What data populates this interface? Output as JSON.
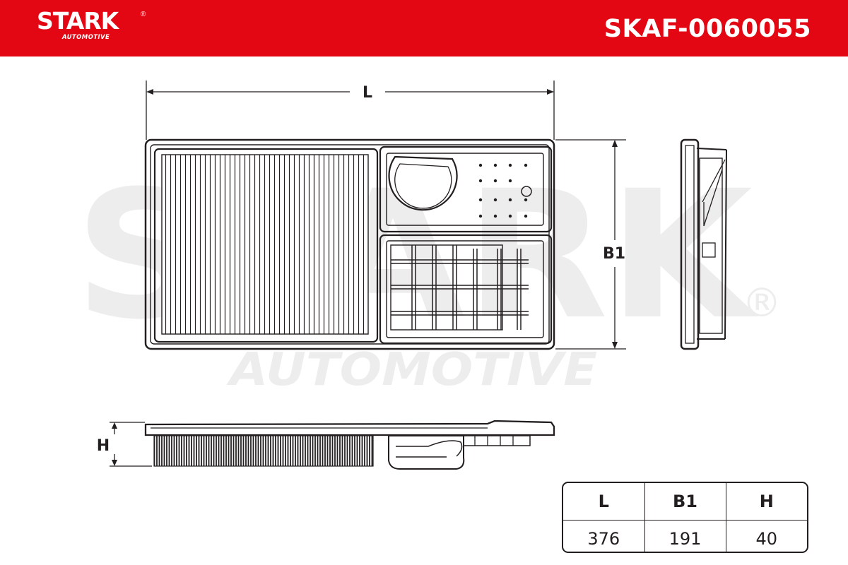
{
  "header": {
    "logo": {
      "brand": "STARK",
      "registered": "®",
      "subline": "AUTOMOTIVE"
    },
    "part_number": "SKAF-0060055"
  },
  "watermark": {
    "brand": "STARK",
    "subline": "AUTOMOTIVE",
    "registered": "®"
  },
  "drawing": {
    "dimension_labels": {
      "length": "L",
      "width": "B1",
      "height": "H"
    }
  },
  "dimensions_table": {
    "headers": [
      "L",
      "B1",
      "H"
    ],
    "values": [
      "376",
      "191",
      "40"
    ]
  },
  "colors": {
    "brand_red": "#e30613",
    "line": "#231f20",
    "watermark": "#ededed"
  }
}
